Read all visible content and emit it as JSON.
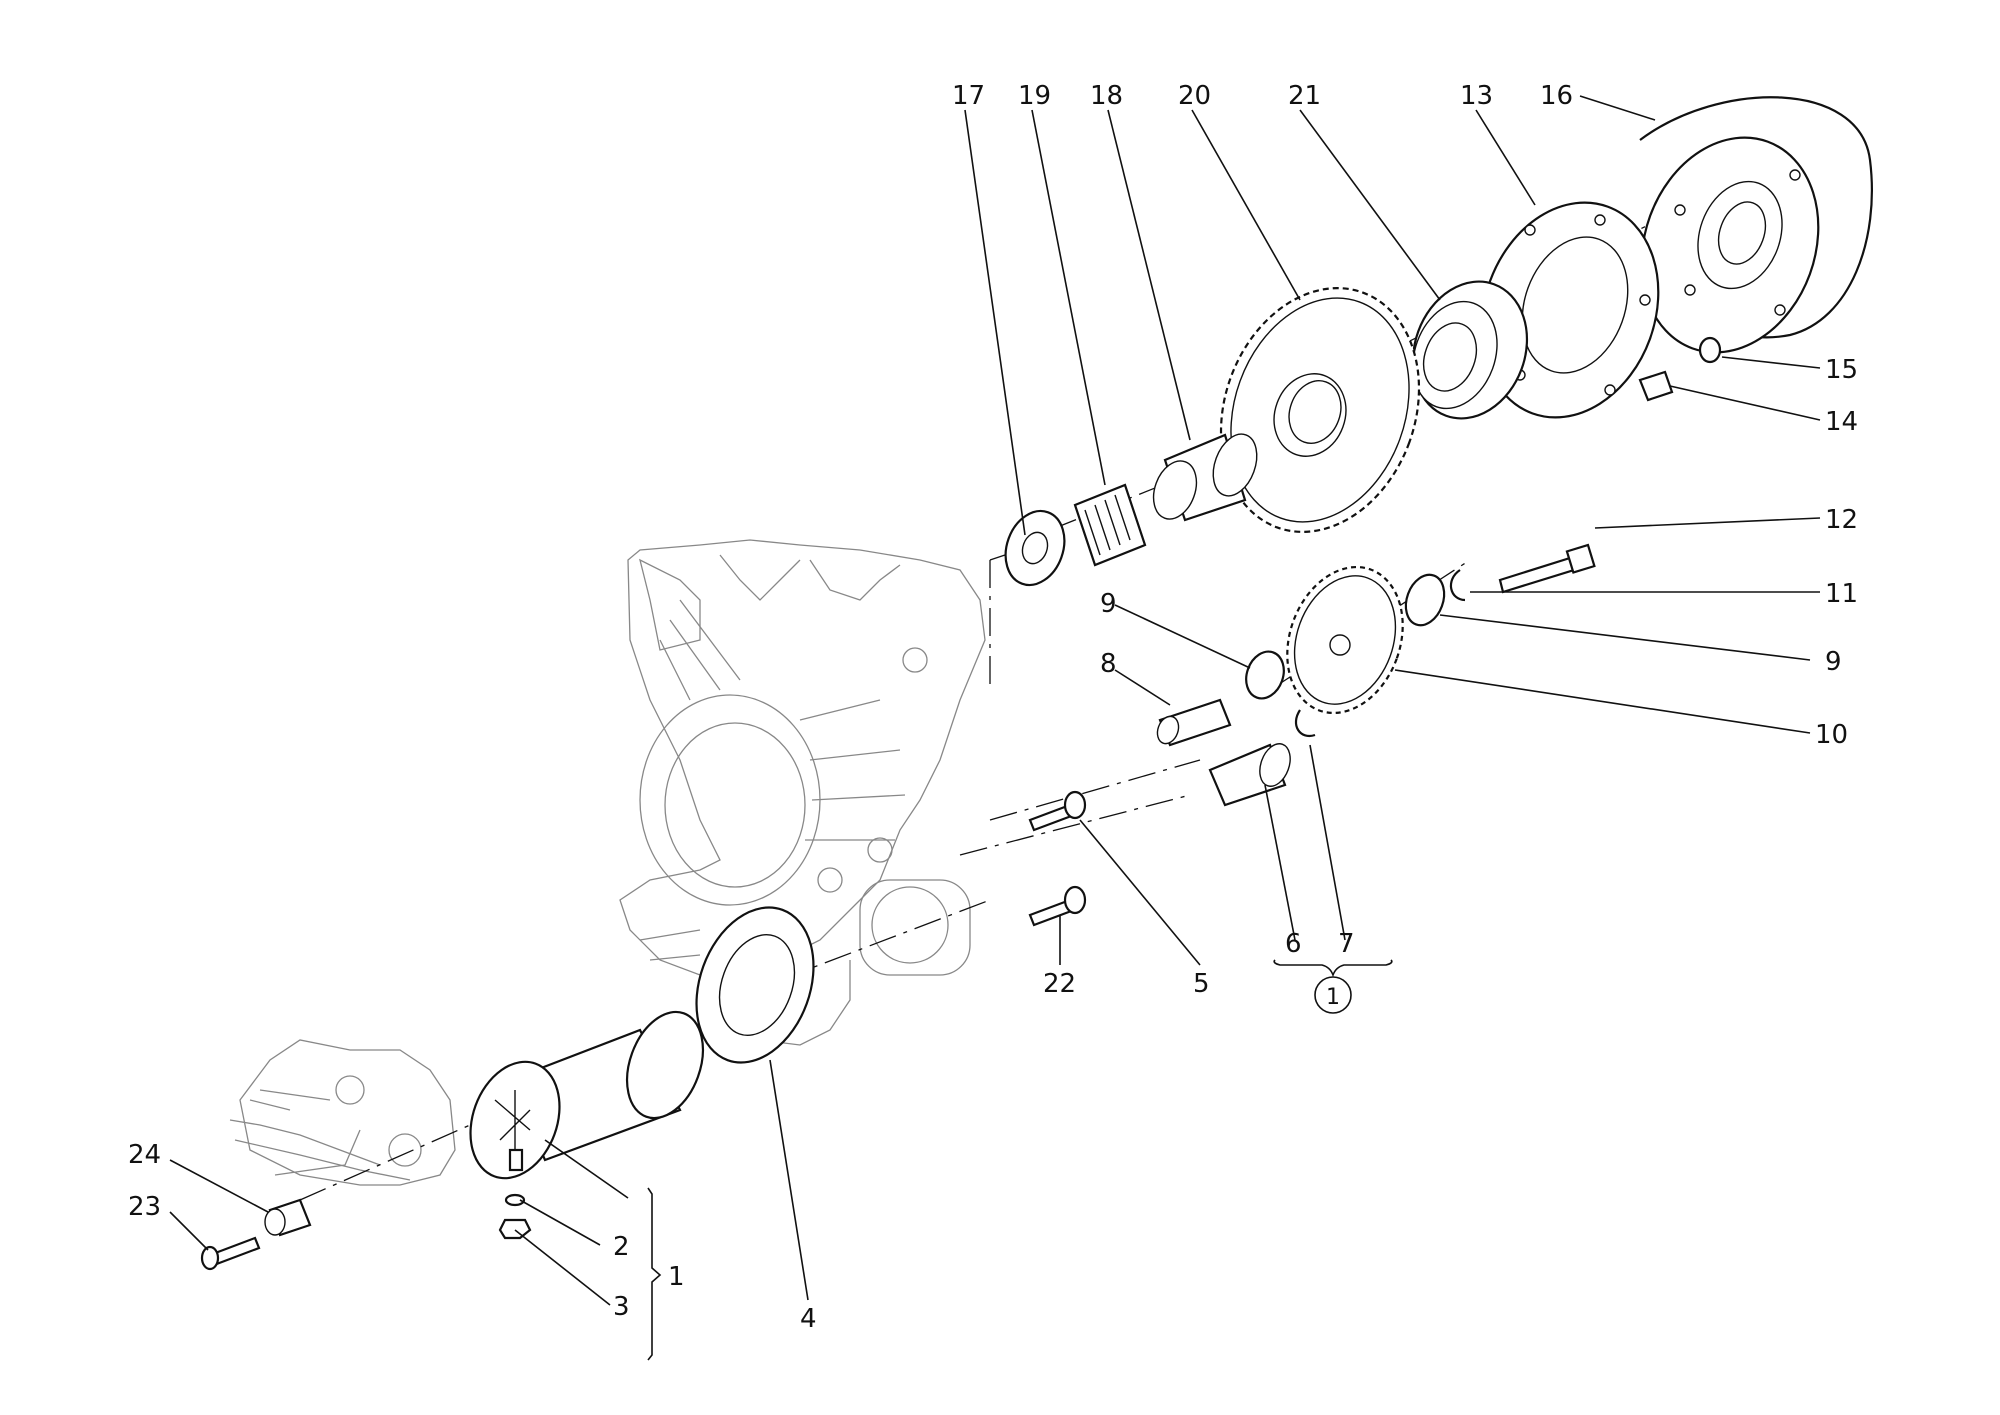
{
  "diagram": {
    "type": "exploded-parts-diagram",
    "callouts": [
      "17",
      "19",
      "18",
      "20",
      "21",
      "13",
      "16",
      "15",
      "14",
      "12",
      "11",
      "9",
      "9",
      "10",
      "8",
      "6",
      "7",
      "5",
      "22",
      "4",
      "24",
      "23",
      "2",
      "3",
      "1"
    ],
    "group_1_mark": "1",
    "bracket_label": "1"
  }
}
